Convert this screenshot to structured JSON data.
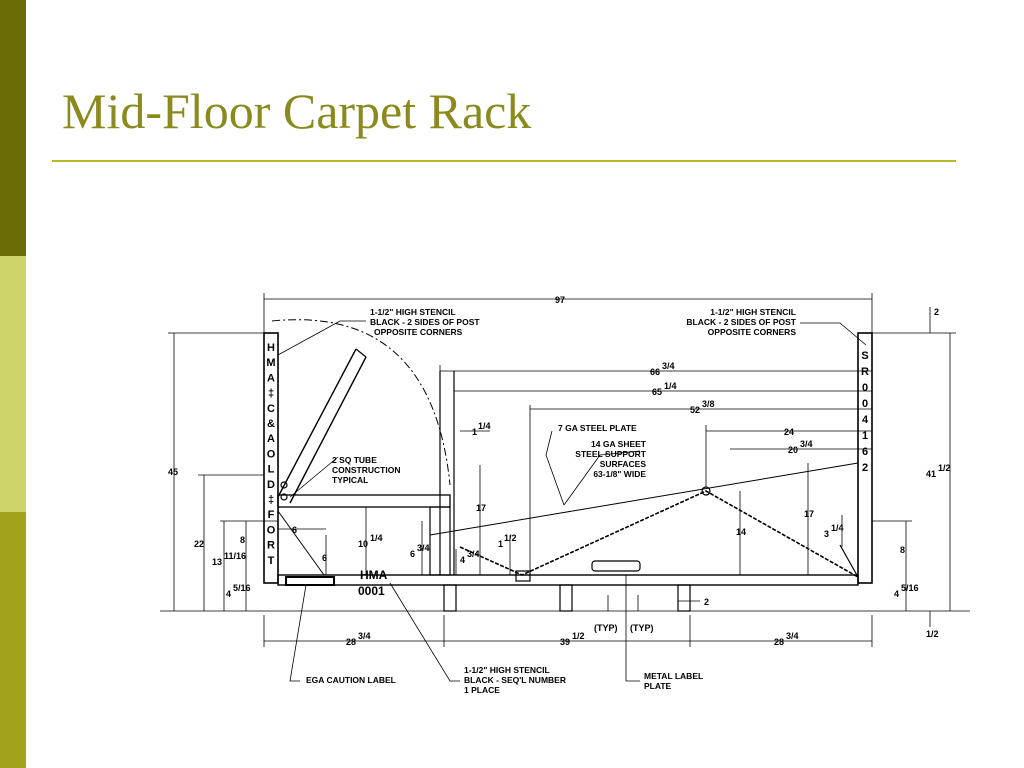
{
  "slide": {
    "title": "Mid-Floor Carpet Rack",
    "colors": {
      "title": "#8a8a1e",
      "rule": "#b8b828",
      "bar_dark": "#6b6b06",
      "bar_light": "#cdd469",
      "bar_mid": "#a3a31b"
    }
  },
  "drawing": {
    "callouts": {
      "stencil_left": [
        "1-1/2\" HIGH STENCIL",
        "BLACK - 2 SIDES OF POST",
        "OPPOSITE CORNERS"
      ],
      "stencil_right": [
        "1-1/2\" HIGH STENCIL",
        "BLACK - 2 SIDES OF POST",
        "OPPOSITE CORNERS"
      ],
      "tube": [
        "2 SQ TUBE",
        "CONSTRUCTION",
        "TYPICAL"
      ],
      "plate": "7 GA STEEL PLATE",
      "sheet": [
        "14 GA SHEET",
        "STEEL SUPPORT",
        "SURFACES",
        "63-1/8\" WIDE"
      ],
      "ega": "EGA CAUTION LABEL",
      "seq": [
        "1-1/2\" HIGH STENCIL",
        "BLACK - SEQ'L NUMBER",
        "1 PLACE"
      ],
      "metal": [
        "METAL LABEL",
        "PLATE"
      ],
      "hma_code": "HMA",
      "hma_number": "0001"
    },
    "post_left_letters": [
      "H",
      "M",
      "A",
      "‡",
      "C",
      "&",
      "A",
      "O",
      "L",
      "D",
      "‡",
      "F",
      "O",
      "R",
      "T"
    ],
    "post_right_letters": [
      "S",
      "R",
      "0",
      "0",
      "4",
      "1",
      "6",
      "2"
    ],
    "dimensions": {
      "overall_width": "97",
      "overall_height": "45",
      "height_22": "22",
      "d_66": "66",
      "d_66_frac": "3/4",
      "d_65": "65",
      "d_65_frac": "1/4",
      "d_52": "52",
      "d_52_frac": "3/8",
      "d_24": "24",
      "d_20": "20",
      "d_20_frac": "3/4",
      "d_41": "41",
      "d_41_frac": "1/2",
      "d_17a": "17",
      "d_17b": "17",
      "d_14": "14",
      "d_1q": "1",
      "d_1q_frac": "1/4",
      "d_8a": "8",
      "d_8b": "8",
      "d_6a": "6",
      "d_6b": "6",
      "d_13": "13",
      "d_13_frac": "11/16",
      "d_10": "10",
      "d_10_frac": "1/4",
      "d_6q": "6",
      "d_6q_frac": "3/4",
      "d_4q": "4",
      "d_4q_frac": "3/4",
      "d_1h": "1",
      "d_1h_frac": "1/2",
      "d_3q": "3",
      "d_3q_frac": "1/4",
      "d_4l": "4",
      "d_4l_frac": "5/16",
      "d_4r": "4",
      "d_4r_frac": "5/16",
      "d_2_top": "2",
      "d_2_bot": "2",
      "bottom_left": "28",
      "bottom_left_frac": "3/4",
      "bottom_mid": "39",
      "bottom_mid_frac": "1/2",
      "bottom_right": "28",
      "bottom_right_frac": "3/4",
      "small_a": "(TYP)",
      "small_b": "(TYP)",
      "small_right": "1/2"
    }
  }
}
